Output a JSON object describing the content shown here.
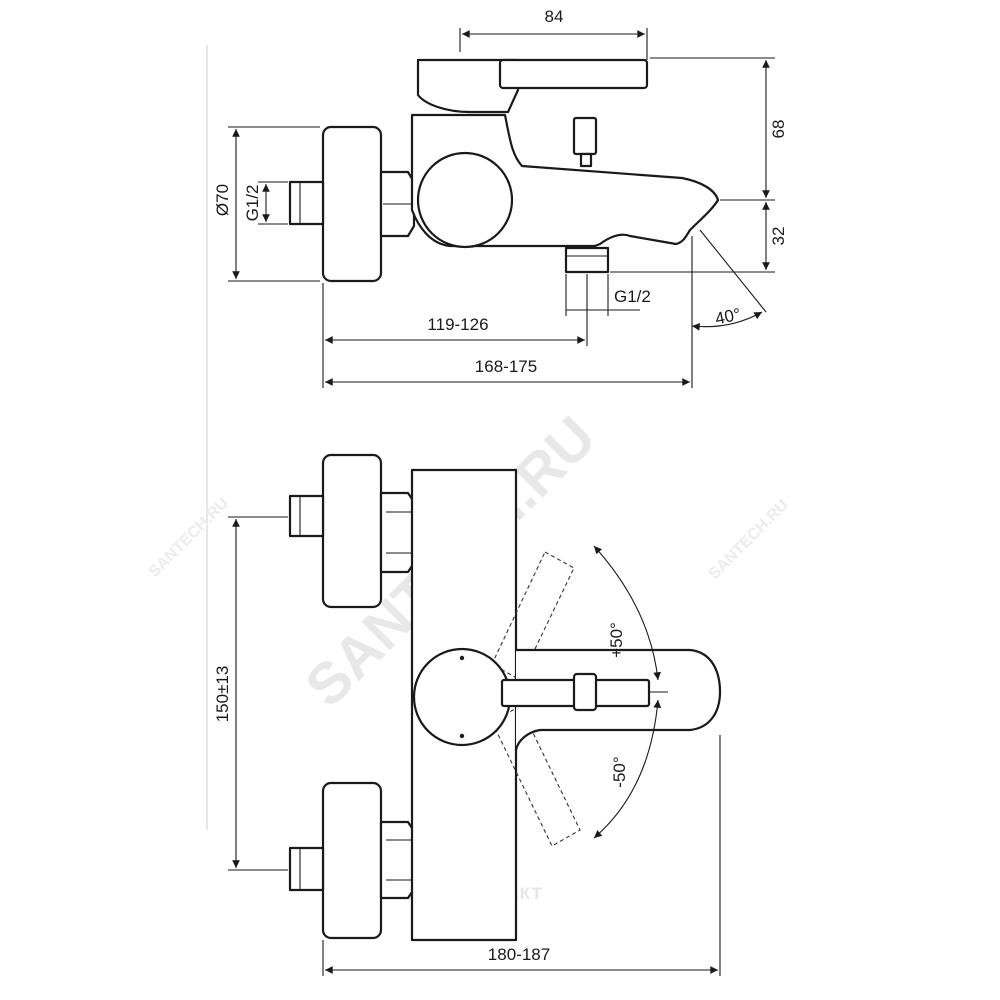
{
  "side_view": {
    "dims": {
      "spout_reach_top": "84",
      "height_68": "68",
      "height_32": "32",
      "rosette_diameter": "Ø70",
      "inlet_thread_left": "G1/2",
      "outlet_thread": "G1/2",
      "angle_spout": "40°",
      "span_119_126": "119-126",
      "span_168_175": "168-175"
    }
  },
  "front_view": {
    "dims": {
      "centers": "150±13",
      "lever_plus": "+50°",
      "lever_minus": "-50°",
      "overall_width": "180-187"
    }
  },
  "watermarks": {
    "main": "SANTECH.RU",
    "left": "SANTECH.RU",
    "right": "SANTECH.RU",
    "company": "САНТЕХКОМПЛЕКТ"
  }
}
